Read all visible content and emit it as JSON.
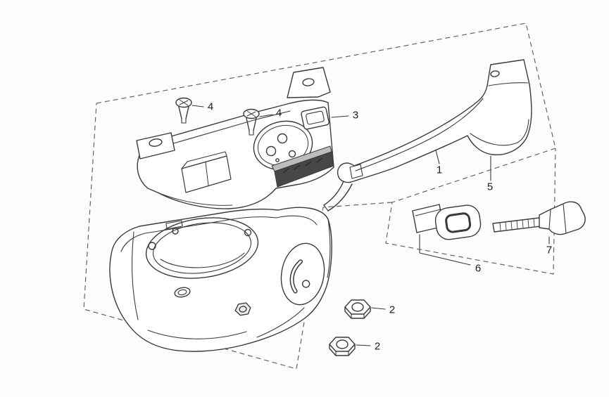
{
  "diagram": {
    "background": "#fcfcfc",
    "line_color": "#3a3a3a",
    "dash_color": "#5f5f5f",
    "dark_band_color": "#474747",
    "callouts": [
      {
        "id": "callout-4a",
        "label": "4"
      },
      {
        "id": "callout-4b",
        "label": "4"
      },
      {
        "id": "callout-3",
        "label": "3"
      },
      {
        "id": "callout-1",
        "label": "1"
      },
      {
        "id": "callout-5",
        "label": "5"
      },
      {
        "id": "callout-6",
        "label": "6"
      },
      {
        "id": "callout-7",
        "label": "7"
      },
      {
        "id": "callout-2a",
        "label": "2"
      },
      {
        "id": "callout-2b",
        "label": "2"
      }
    ]
  }
}
